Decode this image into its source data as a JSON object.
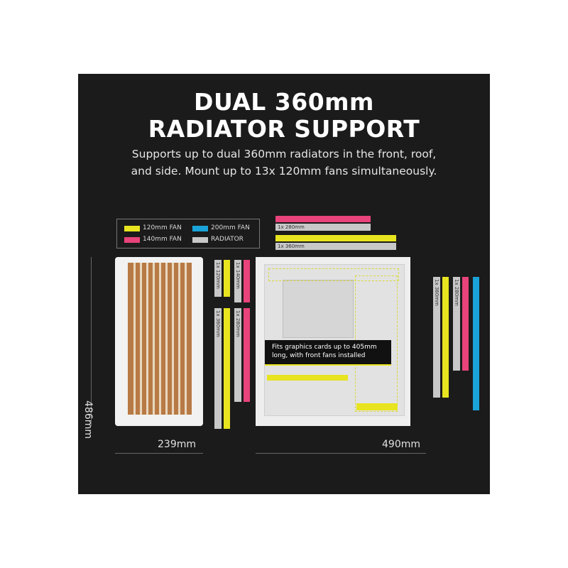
{
  "header": {
    "title_line1": "DUAL 360mm",
    "title_line2": "RADIATOR SUPPORT",
    "subtitle_line1": "Supports up to dual 360mm radiators in the front, roof,",
    "subtitle_line2": "and side. Mount up to 13x 120mm fans simultaneously."
  },
  "legend": {
    "fan120": "120mm FAN",
    "fan140": "140mm FAN",
    "fan200": "200mm FAN",
    "radiator": "RADIATOR"
  },
  "colors": {
    "fan120": "#e8e41f",
    "fan140": "#e8437a",
    "fan200": "#1aa3d9",
    "radiator": "#c8c8c8",
    "background": "#1b1b1b"
  },
  "labels": {
    "top_280": "1x 280mm",
    "top_360": "1x 360mm",
    "left_120": "1x 120mm",
    "left_140": "1x 140mm",
    "left_360": "1x 360mm",
    "left_280": "1x 280mm",
    "right_360": "1x 360mm",
    "right_280": "1x 280mm"
  },
  "callout": {
    "line1": "Fits graphics cards up to 405mm",
    "line2": "long, with front fans installed"
  },
  "dimensions": {
    "height": "486mm",
    "width": "239mm",
    "depth": "490mm"
  }
}
